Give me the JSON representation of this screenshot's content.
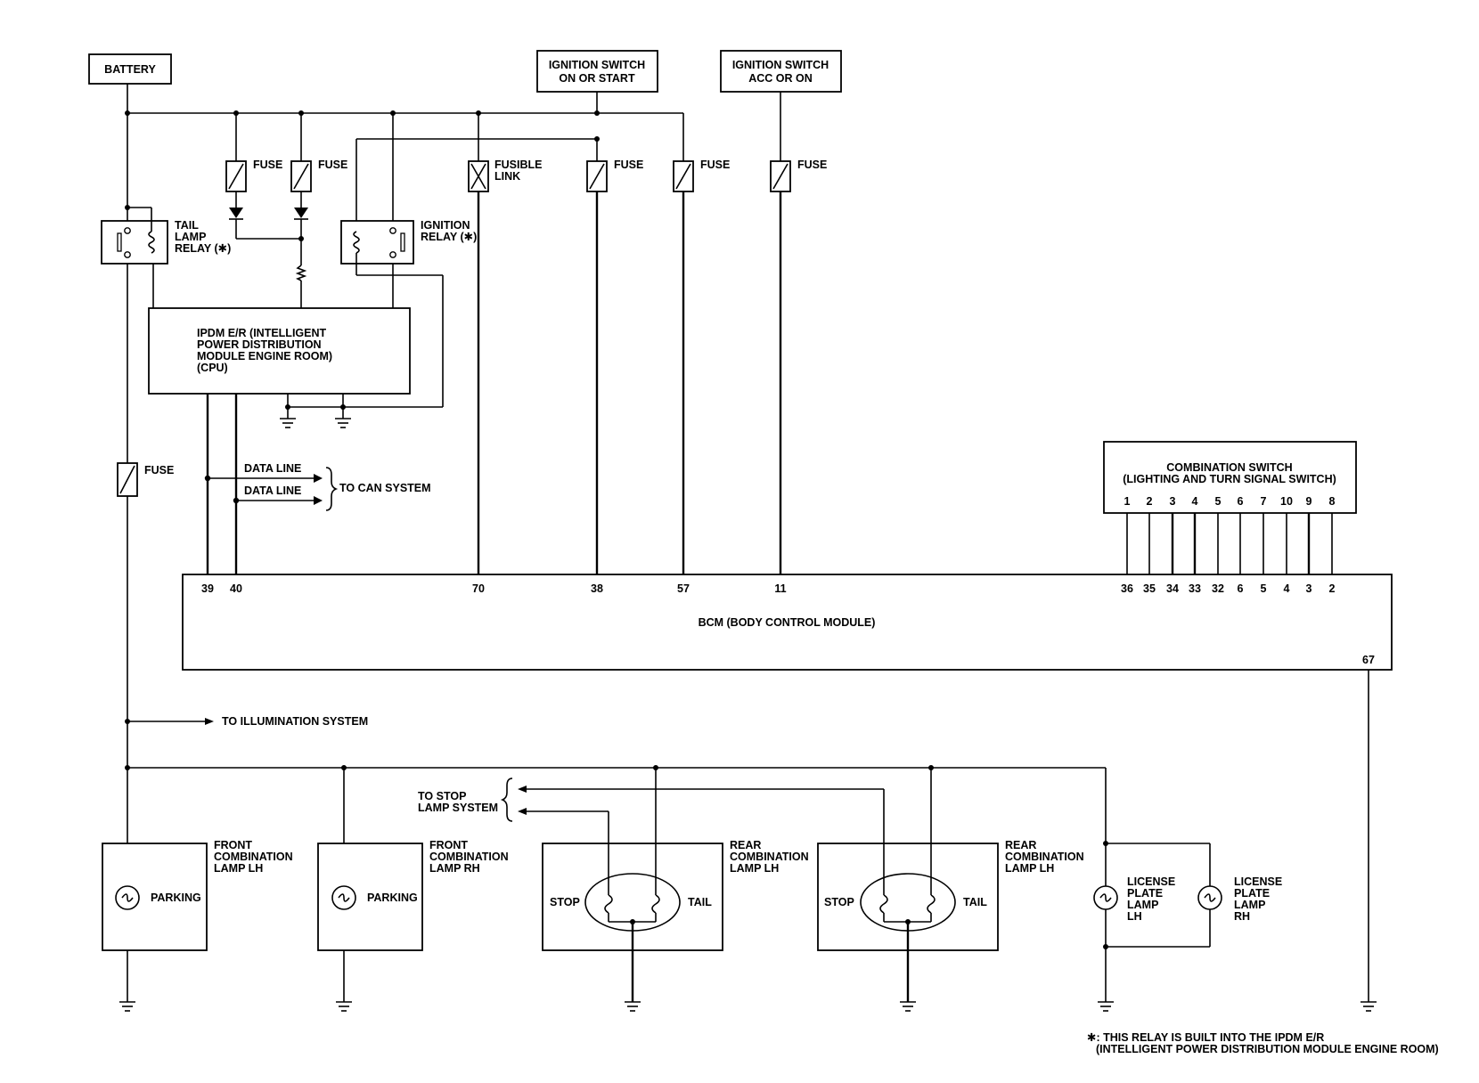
{
  "sources": {
    "battery": "BATTERY",
    "ign_on_start": [
      "IGNITION SWITCH",
      "ON OR START"
    ],
    "ign_acc_on": [
      "IGNITION SWITCH",
      "ACC OR ON"
    ]
  },
  "fuses": {
    "fuse": "FUSE",
    "fusible_link": [
      "FUSIBLE",
      "LINK"
    ]
  },
  "relays": {
    "tail_lamp": [
      "TAIL",
      "LAMP",
      "RELAY (✱)"
    ],
    "ignition": [
      "IGNITION",
      "RELAY (✱)"
    ]
  },
  "ipdm": {
    "label": [
      "IPDM E/R (INTELLIGENT",
      "POWER DISTRIBUTION",
      "MODULE ENGINE ROOM)",
      "(CPU)"
    ]
  },
  "can": {
    "data_line": "DATA LINE",
    "to_can": "TO CAN SYSTEM"
  },
  "combination_switch": {
    "label": [
      "COMBINATION SWITCH",
      "(LIGHTING AND TURN SIGNAL SWITCH)"
    ],
    "pins": [
      "1",
      "2",
      "3",
      "4",
      "5",
      "6",
      "7",
      "10",
      "9",
      "8"
    ]
  },
  "bcm": {
    "label": "BCM (BODY CONTROL MODULE)",
    "pins_left": [
      "39",
      "40",
      "70",
      "38",
      "57",
      "11"
    ],
    "pins_right": [
      "36",
      "35",
      "34",
      "33",
      "32",
      "6",
      "5",
      "4",
      "3",
      "2"
    ],
    "pin_ground": "67"
  },
  "illumination": "TO ILLUMINATION SYSTEM",
  "stop_lamp": [
    "TO STOP",
    "LAMP SYSTEM"
  ],
  "lamps": {
    "front_lh": [
      "FRONT",
      "COMBINATION",
      "LAMP LH"
    ],
    "front_rh": [
      "FRONT",
      "COMBINATION",
      "LAMP RH"
    ],
    "rear_lh_1": [
      "REAR",
      "COMBINATION",
      "LAMP LH"
    ],
    "rear_lh_2": [
      "REAR",
      "COMBINATION",
      "LAMP LH"
    ],
    "parking": "PARKING",
    "stop": "STOP",
    "tail": "TAIL",
    "license_lh": [
      "LICENSE",
      "PLATE",
      "LAMP",
      "LH"
    ],
    "license_rh": [
      "LICENSE",
      "PLATE",
      "LAMP",
      "RH"
    ]
  },
  "note": [
    "✱: THIS RELAY IS BUILT INTO THE IPDM E/R",
    "(INTELLIGENT POWER DISTRIBUTION MODULE ENGINE ROOM)"
  ]
}
